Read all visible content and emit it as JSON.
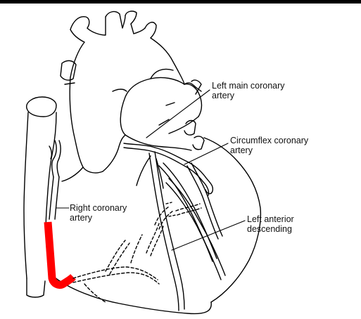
{
  "diagram": {
    "labels": {
      "left_main": {
        "line1": "Left main coronary",
        "line2": "artery"
      },
      "circumflex": {
        "line1": "Circumflex coronary",
        "line2": "artery"
      },
      "right_coronary": {
        "line1": "Right coronary",
        "line2": "artery"
      },
      "lad": {
        "line1": "Left anterior",
        "line2": "descending"
      }
    },
    "colors": {
      "outline": "#000000",
      "highlight": "#ff0000",
      "background": "#ffffff"
    },
    "highlighted_vessel": "right coronary artery (distal segment)"
  }
}
